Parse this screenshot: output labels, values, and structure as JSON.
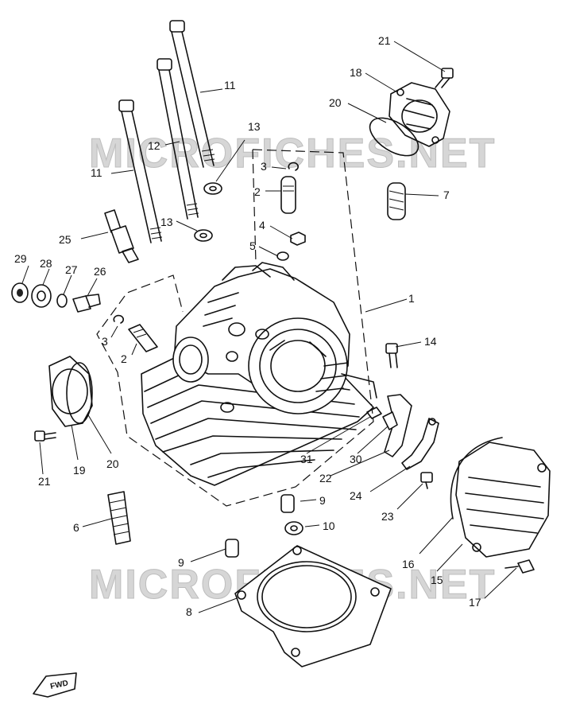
{
  "watermark": {
    "top": "MICROFICHES.NET",
    "bottom": "MICROFICHES.NET"
  },
  "direction_label": "FWD",
  "callouts": [
    {
      "id": "c21a",
      "text": "21"
    },
    {
      "id": "c18",
      "text": "18"
    },
    {
      "id": "c20a",
      "text": "20"
    },
    {
      "id": "c11a",
      "text": "11"
    },
    {
      "id": "c12",
      "text": "12"
    },
    {
      "id": "c11b",
      "text": "11"
    },
    {
      "id": "c13a",
      "text": "13"
    },
    {
      "id": "c13b",
      "text": "13"
    },
    {
      "id": "c3a",
      "text": "3"
    },
    {
      "id": "c2a",
      "text": "2"
    },
    {
      "id": "c4",
      "text": "4"
    },
    {
      "id": "c5",
      "text": "5"
    },
    {
      "id": "c7",
      "text": "7"
    },
    {
      "id": "c25",
      "text": "25"
    },
    {
      "id": "c29",
      "text": "29"
    },
    {
      "id": "c28",
      "text": "28"
    },
    {
      "id": "c27",
      "text": "27"
    },
    {
      "id": "c26",
      "text": "26"
    },
    {
      "id": "c1",
      "text": "1"
    },
    {
      "id": "c3b",
      "text": "3"
    },
    {
      "id": "c2b",
      "text": "2"
    },
    {
      "id": "c14",
      "text": "14"
    },
    {
      "id": "c21b",
      "text": "21"
    },
    {
      "id": "c19",
      "text": "19"
    },
    {
      "id": "c20b",
      "text": "20"
    },
    {
      "id": "c31",
      "text": "31"
    },
    {
      "id": "c30",
      "text": "30"
    },
    {
      "id": "c22",
      "text": "22"
    },
    {
      "id": "c24",
      "text": "24"
    },
    {
      "id": "c23",
      "text": "23"
    },
    {
      "id": "c6",
      "text": "6"
    },
    {
      "id": "c9a",
      "text": "9"
    },
    {
      "id": "c10",
      "text": "10"
    },
    {
      "id": "c9b",
      "text": "9"
    },
    {
      "id": "c16",
      "text": "16"
    },
    {
      "id": "c15",
      "text": "15"
    },
    {
      "id": "c17",
      "text": "17"
    },
    {
      "id": "c8",
      "text": "8"
    }
  ]
}
